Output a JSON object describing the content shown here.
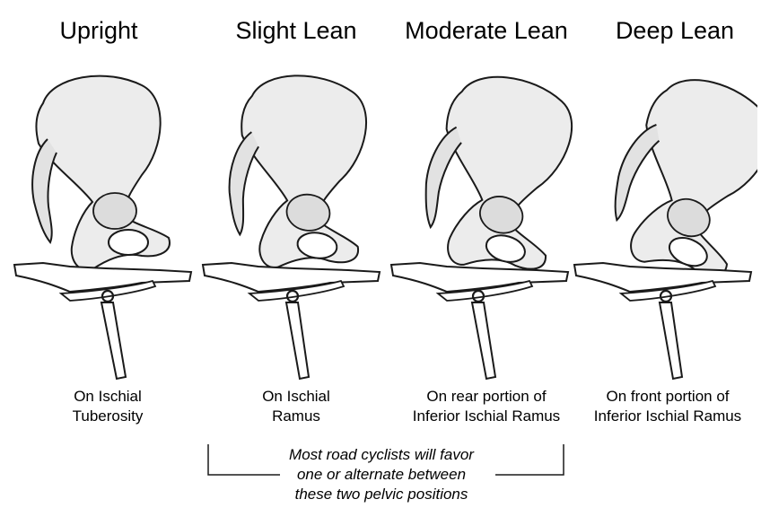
{
  "panels": [
    {
      "title": "Upright",
      "caption_line1": "On Ischial",
      "caption_line2": "Tuberosity"
    },
    {
      "title": "Slight Lean",
      "caption_line1": "On Ischial",
      "caption_line2": "Ramus"
    },
    {
      "title": "Moderate Lean",
      "caption_line1": "On rear portion of",
      "caption_line2": "Inferior Ischial Ramus"
    },
    {
      "title": "Deep Lean",
      "caption_line1": "On front portion of",
      "caption_line2": "Inferior Ischial Ramus"
    }
  ],
  "note": {
    "line1": "Most road cyclists will favor",
    "line2": "one or alternate between",
    "line3": "these two pelvic positions"
  },
  "colors": {
    "bone_fill": "#ececec",
    "stroke": "#1a1a1a",
    "background": "#ffffff"
  }
}
